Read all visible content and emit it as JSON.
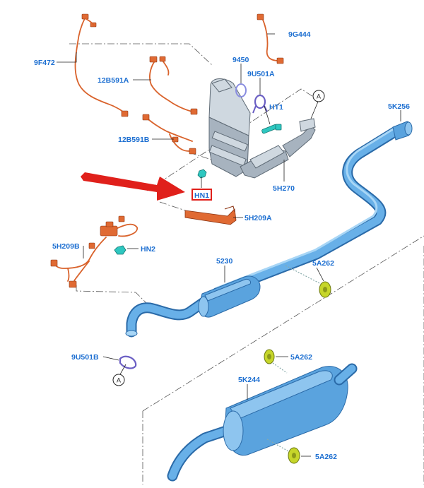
{
  "callouts": {
    "l_9F472": "9F472",
    "l_9G444": "9G444",
    "l_9450": "9450",
    "l_12B591A": "12B591A",
    "l_9U501A": "9U501A",
    "l_HT1": "HT1",
    "l_12B591B": "12B591B",
    "l_5K256": "5K256",
    "l_5H270": "5H270",
    "l_HN1": "HN1",
    "l_5H209A": "5H209A",
    "l_5H209B": "5H209B",
    "l_HN2": "HN2",
    "l_5230": "5230",
    "l_5A262_top": "5A262",
    "l_9U501B": "9U501B",
    "l_5A262_mid": "5A262",
    "l_5K244": "5K244",
    "l_5A262_bot": "5A262"
  },
  "markers": {
    "a_top": "A",
    "a_bottom": "A"
  },
  "colors": {
    "callout_text": "#1d6fd1",
    "highlight_box": "#e0201b",
    "pointer_arrow": "#e0201b",
    "pipe": "#68b0e8",
    "wiring": "#d9622b",
    "rubber_mount": "#c6d62a"
  },
  "highlighted_part": "HN1"
}
